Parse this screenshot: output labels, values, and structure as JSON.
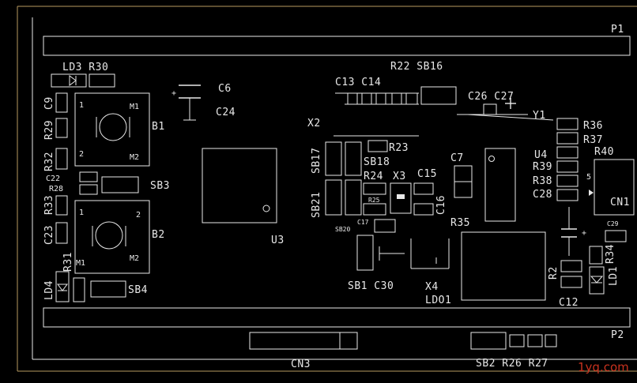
{
  "colors": {
    "background": "#000000",
    "board_outline": "#b89a60",
    "silkscreen": "#e8e8e8",
    "watermark": "#c8321e"
  },
  "labels": {
    "p1": "P1",
    "p2": "P2",
    "cn3": "CN3",
    "cn1": "CN1",
    "ld3_r30": "LD3 R30",
    "c6": "C6",
    "c24": "C24",
    "r22_sb16": "R22 SB16",
    "c13_c14": "C13 C14",
    "c26_c27": "C26 C27",
    "y1": "Y1",
    "c9": "C9",
    "r29": "R29",
    "r32": "R32",
    "c22": "C22",
    "r28": "R28",
    "r33": "R33",
    "c23": "C23",
    "r31": "R31",
    "ld4": "LD4",
    "b1": "B1",
    "b2": "B2",
    "sb3": "SB3",
    "sb4": "SB4",
    "b1_pin1": "1",
    "b1_pin2": "2",
    "b1_m1": "M1",
    "b1_m2": "M2",
    "b2_pin1": "1",
    "b2_pin2": "2",
    "b2_m1": "M1",
    "b2_m2": "M2",
    "u3": "U3",
    "x2": "X2",
    "sb17": "SB17",
    "sb21": "SB21",
    "sb20": "SB20",
    "r23": "R23",
    "sb18": "SB18",
    "r24": "R24",
    "x3": "X3",
    "c15": "C15",
    "r25": "R25",
    "c16": "C16",
    "c17": "C17",
    "c7": "C7",
    "r35": "R35",
    "sb1_c30": "SB1 C30",
    "x4": "X4",
    "ldo1": "LDO1",
    "u4": "U4",
    "r36": "R36",
    "r37": "R37",
    "r39": "R39",
    "r38": "R38",
    "c28": "C28",
    "r40": "R40",
    "cn1_pin5": "5",
    "c29": "C29",
    "r34": "R34",
    "r2": "R2",
    "ld1": "LD1",
    "c12": "C12",
    "sb2_r26_r27": "SB2 R26 R27"
  },
  "watermark": "1yq.com"
}
